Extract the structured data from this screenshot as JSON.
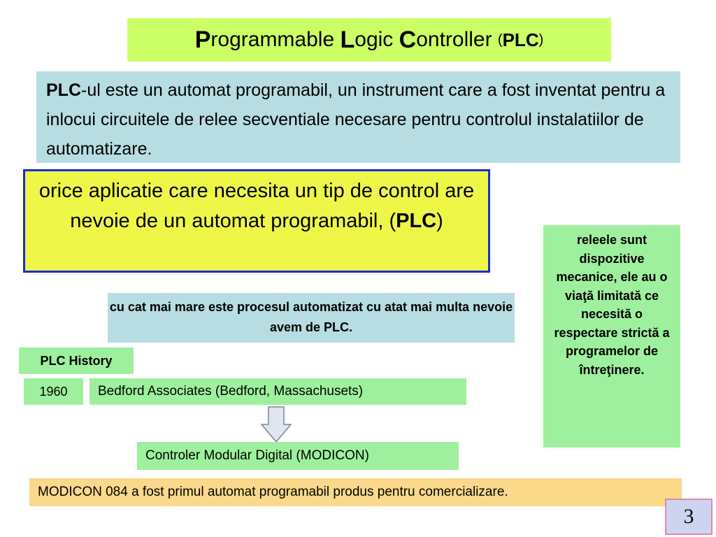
{
  "title": {
    "p": "P",
    "rogrammable": "rogrammable ",
    "l": "L",
    "ogic": "ogic ",
    "c": "C",
    "ontroller": "ontroller ",
    "paren_open": "(",
    "plc": "PLC",
    "paren_close": ")"
  },
  "definition": {
    "lead": "PLC",
    "rest": "-ul este un automat programabil, un instrument care a fost inventat pentru a inlocui circuitele de relee secventiale necesare pentru controlul instalatiilor de automatizare."
  },
  "application": {
    "text": "orice aplicatie care necesita un tip de control are nevoie de un automat programabil, (",
    "plc": "PLC",
    "close": ")"
  },
  "relays": {
    "text": "releele sunt dispozitive mecanice, ele au o viaţă limitată ce necesită o respectare strictă a programelor de întreţinere."
  },
  "automation": {
    "text": "cu cat mai mare este procesul automatizat cu atat mai multa nevoie avem de  PLC."
  },
  "history": {
    "label": "PLC History",
    "year": "1960",
    "company": "Bedford Associates (Bedford, Massachusets)",
    "product": "Controler Modular Digital (MODICON)",
    "first": "MODICON 084 a fost primul automat programabil produs pentru comercializare."
  },
  "page_number": "3",
  "colors": {
    "title_bg": "#ccff66",
    "blue_box_bg": "#b7dde2",
    "yellow_box_bg": "#eef748",
    "yellow_box_border": "#1b2bd8",
    "green_box_bg": "#9ef09e",
    "orange_box_bg": "#fad98a",
    "page_number_bg": "#ccd4f0"
  },
  "icons": {
    "arrow": "down-arrow-icon"
  }
}
